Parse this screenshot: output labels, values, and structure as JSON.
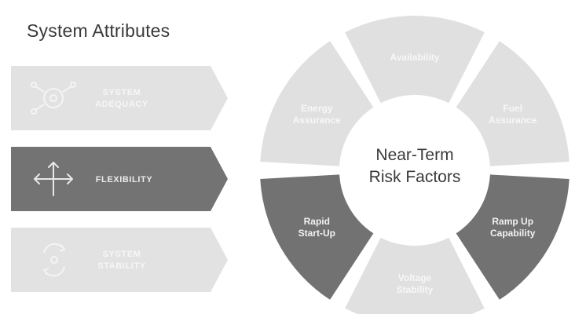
{
  "title": "System Attributes",
  "attributes": [
    {
      "line1": "SYSTEM",
      "line2": "ADEQUACY",
      "icon": "gear-network-icon",
      "fill": "#e2e2e2",
      "text_color": "#f6f6f6"
    },
    {
      "line1": "FLEXIBILITY",
      "line2": "",
      "icon": "arrows-split-icon",
      "fill": "#737373",
      "text_color": "#ececec"
    },
    {
      "line1": "SYSTEM",
      "line2": "STABILITY",
      "icon": "cycle-icon",
      "fill": "#e2e2e2",
      "text_color": "#f6f6f6"
    }
  ],
  "wheel": {
    "center_line1": "Near-Term",
    "center_line2": "Risk Factors",
    "segments": [
      {
        "line1": "Availability",
        "line2": "",
        "fill": "#e0e0e0",
        "text_color": "#f7f7f7"
      },
      {
        "line1": "Fuel",
        "line2": "Assurance",
        "fill": "#e0e0e0",
        "text_color": "#f7f7f7"
      },
      {
        "line1": "Ramp Up",
        "line2": "Capability",
        "fill": "#727272",
        "text_color": "#f2f2f2"
      },
      {
        "line1": "Voltage",
        "line2": "Stability",
        "fill": "#e0e0e0",
        "text_color": "#f7f7f7"
      },
      {
        "line1": "Rapid",
        "line2": "Start-Up",
        "fill": "#727272",
        "text_color": "#f2f2f2"
      },
      {
        "line1": "Energy",
        "line2": "Assurance",
        "fill": "#e0e0e0",
        "text_color": "#f7f7f7"
      }
    ]
  }
}
